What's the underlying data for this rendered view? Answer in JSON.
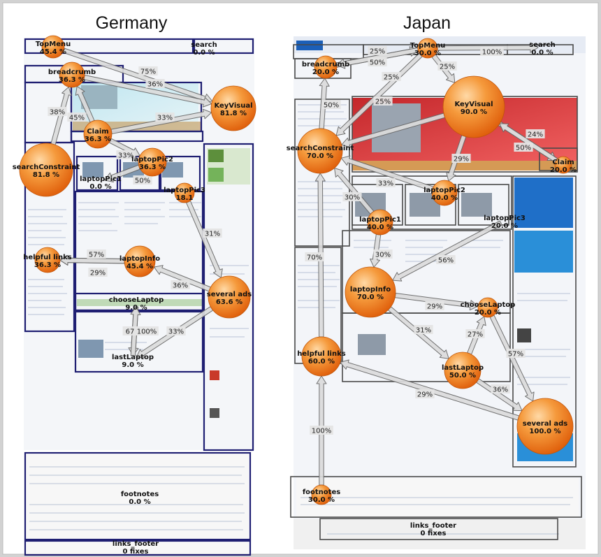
{
  "panels": [
    {
      "id": "germany",
      "title": "Germany"
    },
    {
      "id": "japan",
      "title": "Japan"
    }
  ],
  "colors": {
    "region_stroke": "#1f1f72",
    "bubble_fill": "#f07a18",
    "bubble_light": "#ffd9a6",
    "arrow_fill": "#dcdcdc",
    "arrow_stroke": "#666666",
    "background": "#d2d2d2"
  },
  "germany": {
    "nodes": [
      {
        "id": "topmenu",
        "name": "TopMenu",
        "value": "45.4 %"
      },
      {
        "id": "search",
        "name": "search",
        "value": "0.0 %"
      },
      {
        "id": "breadcrumb",
        "name": "breadcrumb",
        "value": "36.3 %"
      },
      {
        "id": "keyvisual",
        "name": "KeyVisual",
        "value": "81.8 %"
      },
      {
        "id": "claim",
        "name": "Claim",
        "value": "36.3 %"
      },
      {
        "id": "searchconstraint",
        "name": "searchConstraint",
        "value": "81.8 %"
      },
      {
        "id": "laptoppic1",
        "name": "laptopPic1",
        "value": "0.0 %"
      },
      {
        "id": "laptoppic2",
        "name": "laptopPic2",
        "value": "36.3 %"
      },
      {
        "id": "laptoppic3",
        "name": "laptopPic3",
        "value": "18.1"
      },
      {
        "id": "helpfullinks",
        "name": "helpful links",
        "value": "36.3 %"
      },
      {
        "id": "laptopinfo",
        "name": "laptopInfo",
        "value": "45.4 %"
      },
      {
        "id": "severalads",
        "name": "several ads",
        "value": "63.6 %"
      },
      {
        "id": "chooselaptop",
        "name": "chooseLaptop",
        "value": "9.0 %"
      },
      {
        "id": "lastlaptop",
        "name": "lastLaptop",
        "value": "9.0 %"
      },
      {
        "id": "footnotes",
        "name": "footnotes",
        "value": "0.0 %"
      },
      {
        "id": "linksfooter",
        "name": "links_footer",
        "value": "0 fixes"
      }
    ],
    "edges": [
      {
        "label": "75%"
      },
      {
        "label": "36%"
      },
      {
        "label": "38%"
      },
      {
        "label": "45%"
      },
      {
        "label": "33%"
      },
      {
        "label": "33%"
      },
      {
        "label": "50%"
      },
      {
        "label": "31%"
      },
      {
        "label": "57%"
      },
      {
        "label": "29%"
      },
      {
        "label": "36%"
      },
      {
        "label": "67"
      },
      {
        "label": "100%"
      },
      {
        "label": "33%"
      }
    ]
  },
  "japan": {
    "nodes": [
      {
        "id": "topmenu",
        "name": "TopMenu",
        "value": "30.0 %"
      },
      {
        "id": "search",
        "name": "search",
        "value": "0.0 %"
      },
      {
        "id": "breadcrumb",
        "name": "breadcrumb",
        "value": "20.0 %"
      },
      {
        "id": "keyvisual",
        "name": "KeyVisual",
        "value": "90.0 %"
      },
      {
        "id": "claim",
        "name": "Claim",
        "value": "20.0 %"
      },
      {
        "id": "searchconstraint",
        "name": "searchConstraint",
        "value": "70.0 %"
      },
      {
        "id": "laptoppic2",
        "name": "laptopPic2",
        "value": "40.0 %"
      },
      {
        "id": "laptoppic1",
        "name": "laptopPic1",
        "value": "40.0 %"
      },
      {
        "id": "laptoppic3",
        "name": "laptopPic3",
        "value": "20.0 %"
      },
      {
        "id": "laptopinfo",
        "name": "laptopInfo",
        "value": "70.0 %"
      },
      {
        "id": "chooselaptop",
        "name": "chooseLaptop",
        "value": "20.0 %"
      },
      {
        "id": "helpfullinks",
        "name": "helpful links",
        "value": "60.0 %"
      },
      {
        "id": "lastlaptop",
        "name": "lastLaptop",
        "value": "50.0 %"
      },
      {
        "id": "severalads",
        "name": "several ads",
        "value": "100.0 %"
      },
      {
        "id": "footnotes",
        "name": "footnotes",
        "value": "30.0 %"
      },
      {
        "id": "linksfooter",
        "name": "links_footer",
        "value": "0 fixes"
      }
    ],
    "edges": [
      {
        "label": "25%"
      },
      {
        "label": "100%"
      },
      {
        "label": "50%"
      },
      {
        "label": "25%"
      },
      {
        "label": "25%"
      },
      {
        "label": "50%"
      },
      {
        "label": "25%"
      },
      {
        "label": "24%"
      },
      {
        "label": "50%"
      },
      {
        "label": "29%"
      },
      {
        "label": "33%"
      },
      {
        "label": "30%"
      },
      {
        "label": "56%"
      },
      {
        "label": "30%"
      },
      {
        "label": "70%"
      },
      {
        "label": "29%"
      },
      {
        "label": "31%"
      },
      {
        "label": "27%"
      },
      {
        "label": "57%"
      },
      {
        "label": "36%"
      },
      {
        "label": "29%"
      },
      {
        "label": "100%"
      }
    ]
  }
}
